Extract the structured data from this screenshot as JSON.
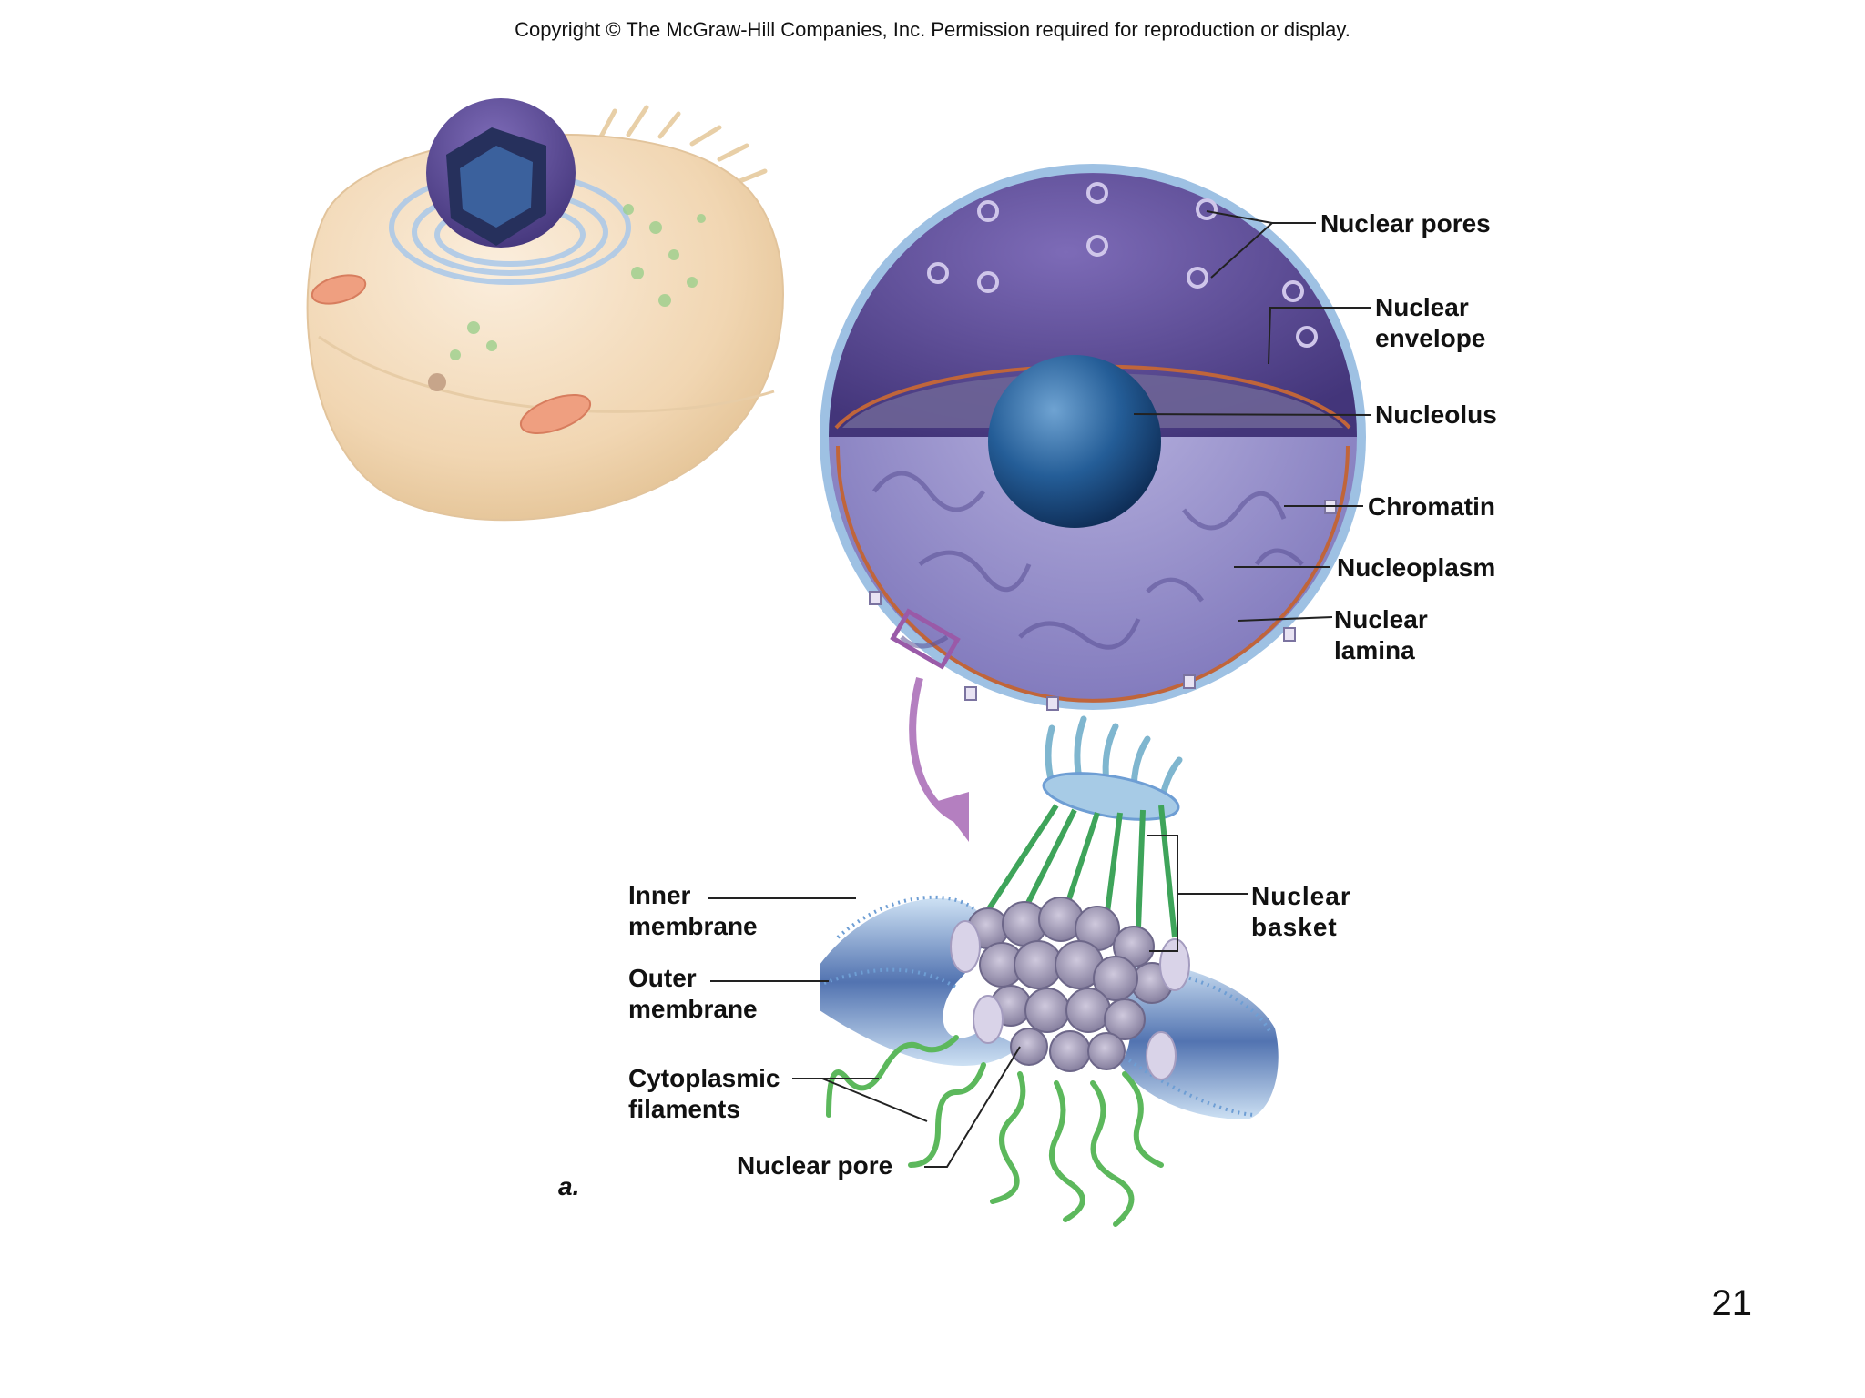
{
  "copyright": "Copyright © The McGraw-Hill Companies, Inc. Permission required for reproduction or display.",
  "panel_letter": "a.",
  "page_number": "21",
  "labels": {
    "nuclear_pores": "Nuclear pores",
    "nuclear_envelope": [
      "Nuclear",
      "envelope"
    ],
    "nucleolus": "Nucleolus",
    "chromatin": "Chromatin",
    "nucleoplasm": "Nucleoplasm",
    "nuclear_lamina": [
      "Nuclear",
      "lamina"
    ],
    "nuclear_basket": [
      "Nuclear",
      "basket"
    ],
    "inner_membrane": [
      "Inner",
      "membrane"
    ],
    "outer_membrane": [
      "Outer",
      "membrane"
    ],
    "cytoplasmic_filaments": [
      "Cytoplasmic",
      "filaments"
    ],
    "nuclear_pore": "Nuclear pore"
  },
  "colors": {
    "cell_body": "#f3d9b8",
    "nucleus_surface": "#5b4b95",
    "nucleoplasm": "#8b86c4",
    "nucleolus": "#1f4f86",
    "envelope_line": "#c0653a",
    "membrane": "#9fc3e6",
    "pore_complex": "#8e87a6",
    "filaments": "#4caf50",
    "callout": "#9a5aa8"
  }
}
